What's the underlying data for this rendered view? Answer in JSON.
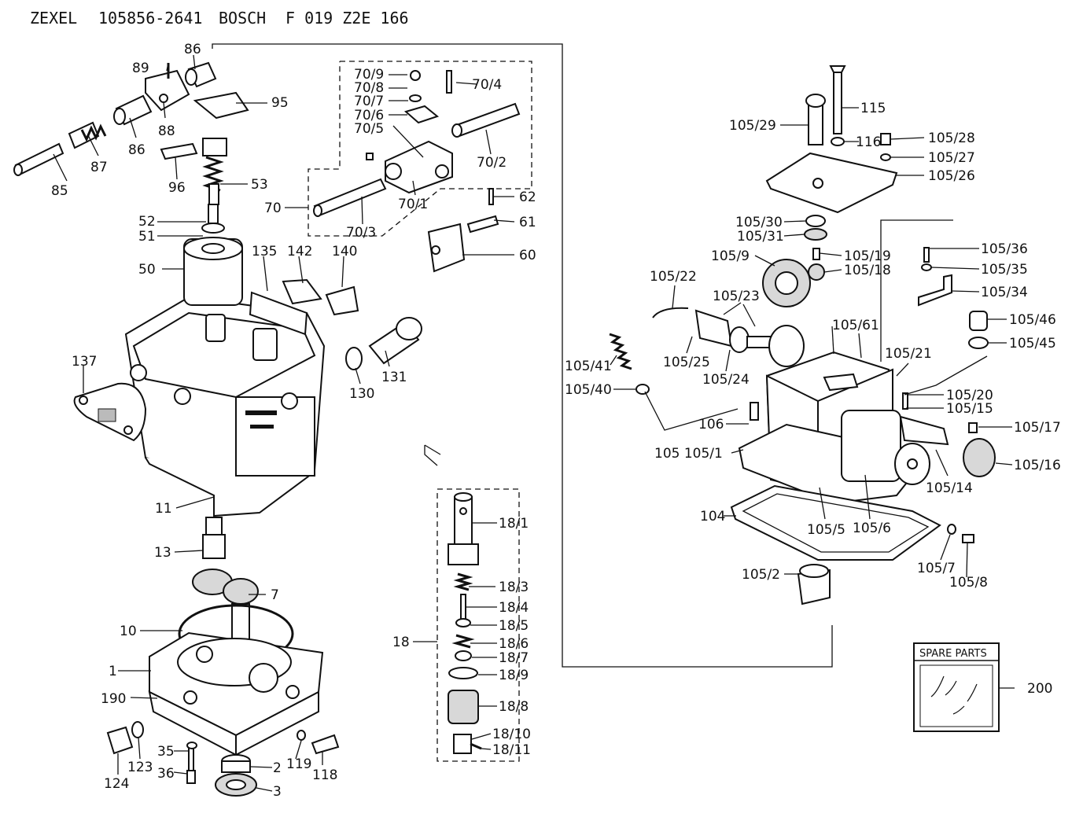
{
  "header": {
    "brand1": "ZEXEL",
    "part_number": "105856-2641",
    "brand2": "BOSCH",
    "bosch_number": "F 019 Z2E 166"
  },
  "spare_parts": {
    "title": "SPARE PARTS",
    "label": "200"
  },
  "labels": {
    "p1": "1",
    "p2": "2",
    "p3": "3",
    "p7": "7",
    "p10": "10",
    "p11": "11",
    "p13": "13",
    "p18": "18",
    "p18_1": "18/1",
    "p18_3": "18/3",
    "p18_4": "18/4",
    "p18_5": "18/5",
    "p18_6": "18/6",
    "p18_7": "18/7",
    "p18_9": "18/9",
    "p18_8": "18/8",
    "p18_10": "18/10",
    "p18_11": "18/11",
    "p35": "35",
    "p36": "36",
    "p50": "50",
    "p51": "51",
    "p52": "52",
    "p53": "53",
    "p60": "60",
    "p61": "61",
    "p62": "62",
    "p70": "70",
    "p70_1": "70/1",
    "p70_2": "70/2",
    "p70_3": "70/3",
    "p70_4": "70/4",
    "p70_5": "70/5",
    "p70_6": "70/6",
    "p70_7": "70/7",
    "p70_8": "70/8",
    "p70_9": "70/9",
    "p85": "85",
    "p86a": "86",
    "p86b": "86",
    "p87": "87",
    "p88": "88",
    "p89": "89",
    "p95": "95",
    "p96": "96",
    "p104": "104",
    "p105_105_1": "105 105/1",
    "p105_2": "105/2",
    "p105_5": "105/5",
    "p105_6": "105/6",
    "p105_7": "105/7",
    "p105_8": "105/8",
    "p105_9": "105/9",
    "p105_14": "105/14",
    "p105_15": "105/15",
    "p105_16": "105/16",
    "p105_17": "105/17",
    "p105_18": "105/18",
    "p105_19": "105/19",
    "p105_20": "105/20",
    "p105_21": "105/21",
    "p105_22": "105/22",
    "p105_23": "105/23",
    "p105_24": "105/24",
    "p105_25": "105/25",
    "p105_26": "105/26",
    "p105_27": "105/27",
    "p105_28": "105/28",
    "p105_29": "105/29",
    "p105_30": "105/30",
    "p105_31": "105/31",
    "p105_34": "105/34",
    "p105_35": "105/35",
    "p105_36": "105/36",
    "p105_40": "105/40",
    "p105_41": "105/41",
    "p105_45": "105/45",
    "p105_46": "105/46",
    "p105_61": "105/61",
    "p106": "106",
    "p115": "115",
    "p116": "116",
    "p118": "118",
    "p119": "119",
    "p123": "123",
    "p124": "124",
    "p130": "130",
    "p131": "131",
    "p135": "135",
    "p137": "137",
    "p140": "140",
    "p142": "142",
    "p190": "190"
  }
}
